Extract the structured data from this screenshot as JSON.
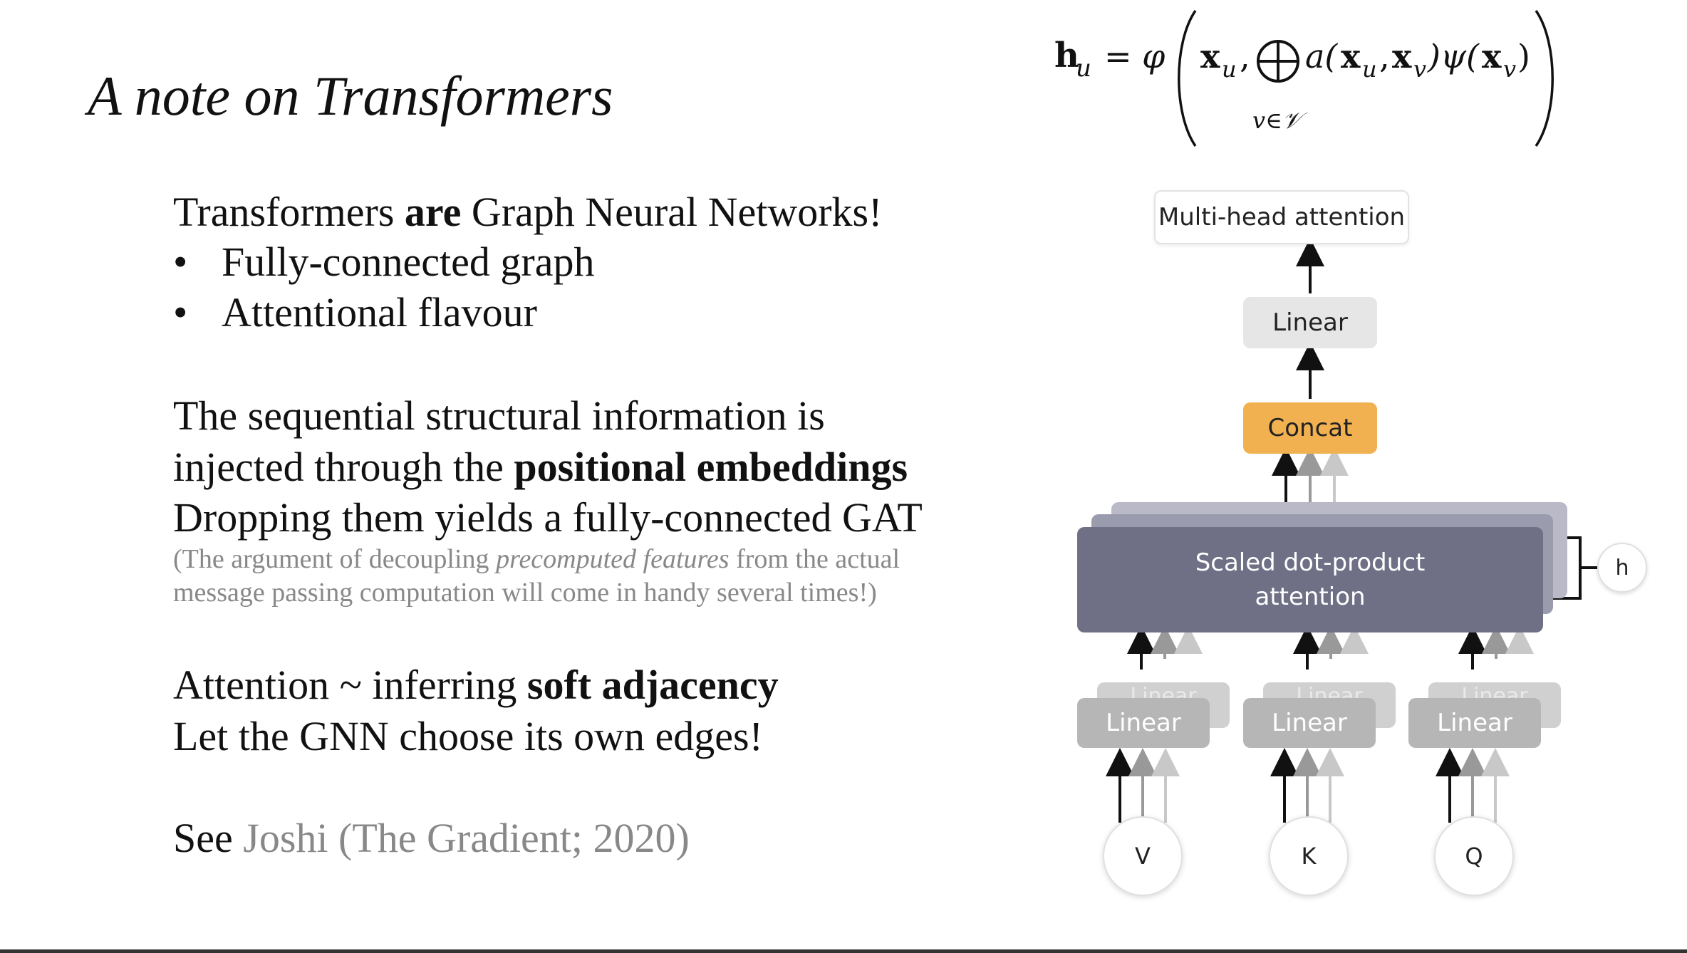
{
  "slide": {
    "title": "A note on Transformers",
    "line1_a": "Transformers ",
    "line1_b": "are",
    "line1_c": " Graph Neural Networks!",
    "bullets": [
      "Fully-connected graph",
      "Attentional flavour"
    ],
    "bullet_char": "•",
    "para2_line1": "The sequential structural information is",
    "para2_line2_a": "injected through the ",
    "para2_line2_b": "positional embeddings",
    "para2_line3": "Dropping them yields a fully-connected GAT",
    "note_line1_a": "(The argument of decoupling ",
    "note_line1_b": "precomputed features",
    "note_line1_c": " from the actual",
    "note_line2": "message passing computation will come in handy several times!)",
    "para3_line1_a": "Attention ~ inferring ",
    "para3_line1_b": "soft adjacency",
    "para3_line2": "Let the GNN choose its own edges!",
    "see_label": "See ",
    "reference": "Joshi (The Gradient; 2020)"
  },
  "formula": {
    "lhs": "h",
    "lhs_sub": "u",
    "eq_phi": "= φ",
    "x": "x",
    "sub_u": "u",
    "sub_v": "v",
    "comma": ",",
    "a_open": "a(",
    "psi_open": ")ψ(",
    "close": ")",
    "sum_index": "v∈𝒱"
  },
  "diagram": {
    "multihead": "Multi-head attention",
    "linear_top": "Linear",
    "concat": "Concat",
    "sdpa_line1": "Scaled dot-product",
    "sdpa_line2": "attention",
    "h_label": "h",
    "linear_label": "Linear",
    "inputs": [
      "V",
      "K",
      "Q"
    ]
  },
  "colors": {
    "concat": "#f2b151",
    "sdpa": "#6f6f86",
    "linear": "#b6b6b6",
    "reference_grey": "#888888"
  }
}
